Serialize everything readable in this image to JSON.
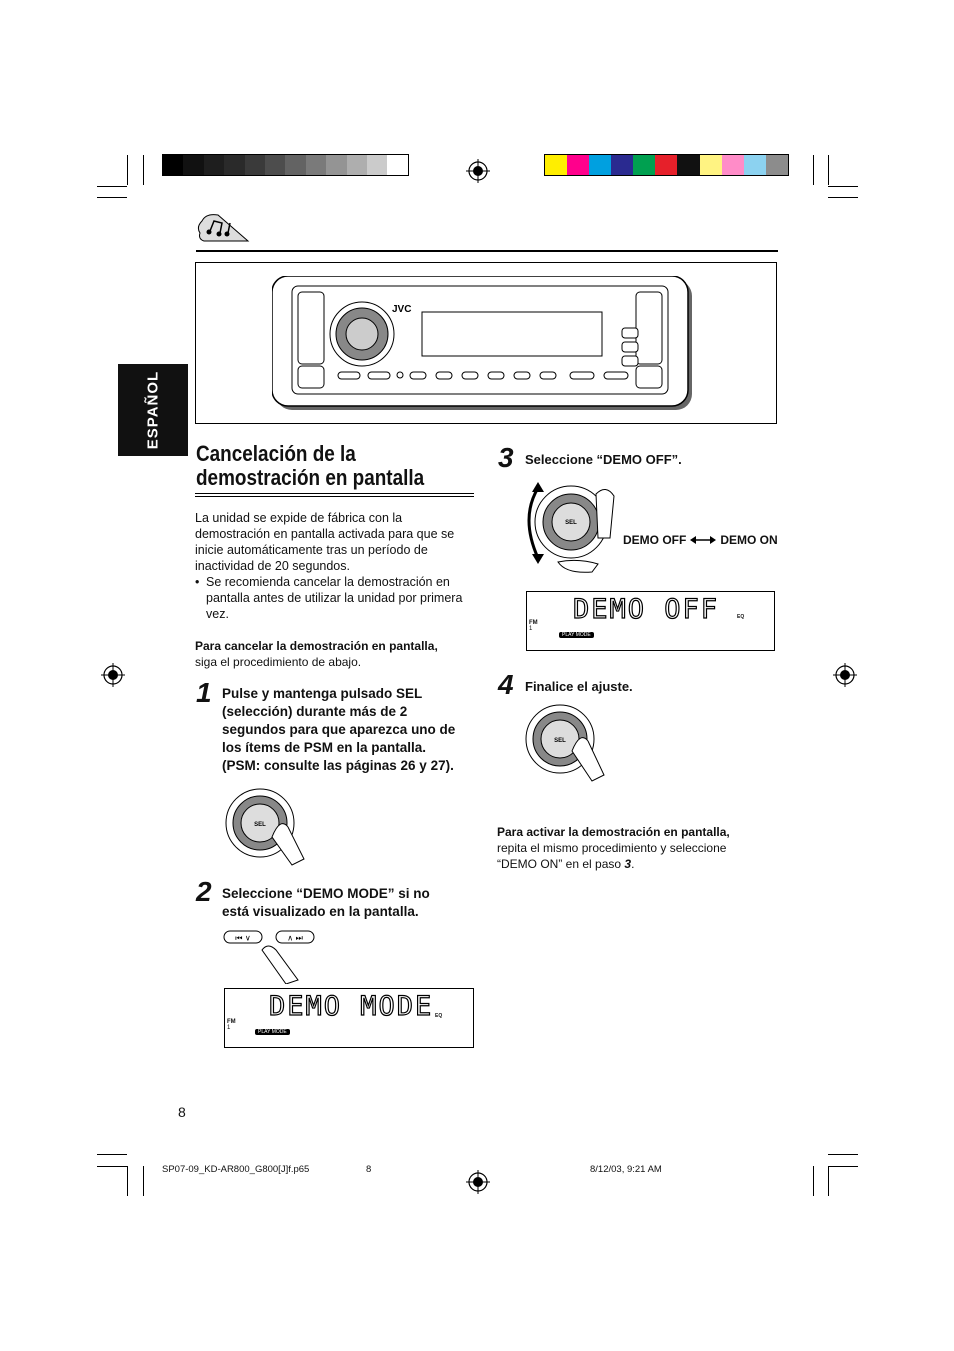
{
  "side_tab": "ESPAÑOL",
  "title_line1": "Cancelación de la",
  "title_line2": "demostración en pantalla",
  "intro_lines": [
    "La unidad se expide de fábrica con la",
    "demostración en pantalla activada para que se",
    "inicie automáticamente tras un período de",
    "inactividad de 20 segundos."
  ],
  "bullet_lines": [
    "Se recomienda cancelar la demostración en",
    "pantalla antes de utilizar la unidad por primera",
    "vez."
  ],
  "cancel_heading": "Para cancelar la demostración en pantalla,",
  "cancel_text": "siga el procedimiento de abajo.",
  "steps": [
    {
      "num": "1",
      "lines": [
        "Pulse y mantenga pulsado SEL",
        "(selección) durante más de 2",
        "segundos para que aparezca uno de",
        "los ítems de PSM en la pantalla.",
        "(PSM: consulte las páginas 26 y 27)."
      ]
    },
    {
      "num": "2",
      "lines": [
        "Seleccione “DEMO MODE” si no",
        "está visualizado en la pantalla."
      ]
    },
    {
      "num": "3",
      "lines": [
        "Seleccione “DEMO OFF”."
      ]
    },
    {
      "num": "4",
      "lines": [
        "Finalice el ajuste."
      ]
    }
  ],
  "knob_label": "SEL",
  "brand": "JVC",
  "toggle": {
    "left": "DEMO OFF",
    "right": "DEMO ON"
  },
  "lcd1": {
    "text": "DEMO OFF",
    "fm": "FM",
    "ch": "1",
    "play_mode": "PLAY MODE",
    "eq": "EQ"
  },
  "lcd2": {
    "text": "DEMO MODE",
    "fm": "FM",
    "ch": "1",
    "play_mode": "PLAY MODE",
    "eq": "EQ"
  },
  "activate_heading": "Para activar la demostración en pantalla,",
  "activate_line1": "repita el mismo procedimiento y seleccione",
  "activate_line2_pre": "“DEMO ON” en el paso",
  "activate_step": "3",
  "activate_end": ".",
  "page_number": "8",
  "footer": {
    "file": "SP07-09_KD-AR800_G800[J]f.p65",
    "page": "8",
    "date": "8/12/03, 9:21 AM"
  },
  "colors": {
    "gray_bar": [
      "#000000",
      "#111111",
      "#1e1e1e",
      "#2a2a2a",
      "#3a3a3a",
      "#4d4d4d",
      "#636363",
      "#7a7a7a",
      "#949494",
      "#aeaeae",
      "#cbcbcb",
      "#ffffff"
    ],
    "color_bar": [
      "#ffee00",
      "#ff008c",
      "#00a0e0",
      "#2a2a90",
      "#00a050",
      "#e6202a",
      "#111111",
      "#fff382",
      "#ff8cc8",
      "#8cd2f0",
      "#8c8c8c"
    ]
  }
}
